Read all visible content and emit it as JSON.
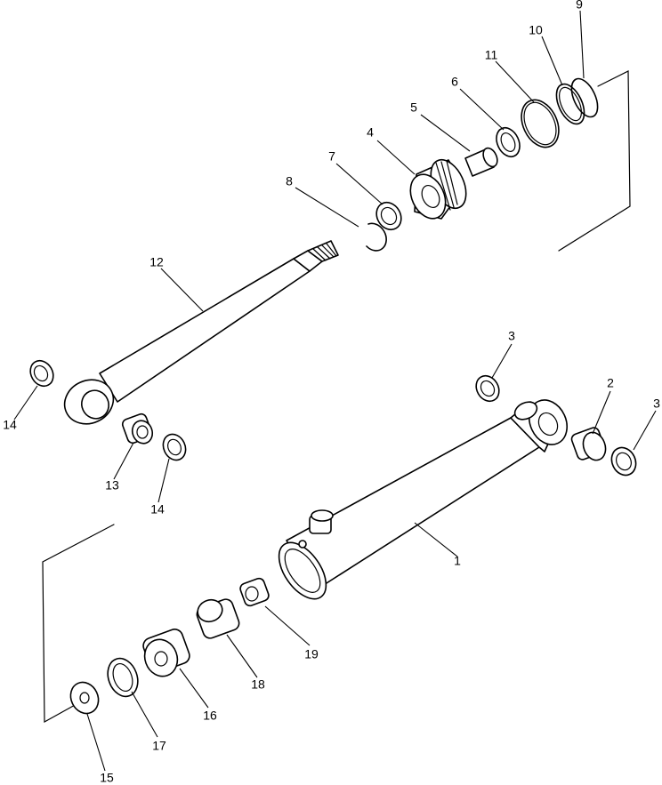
{
  "diagram": {
    "callouts": [
      "1",
      "2",
      "3",
      "3",
      "4",
      "5",
      "6",
      "7",
      "8",
      "9",
      "10",
      "11",
      "12",
      "13",
      "14",
      "14",
      "15",
      "16",
      "17",
      "18",
      "19"
    ]
  }
}
